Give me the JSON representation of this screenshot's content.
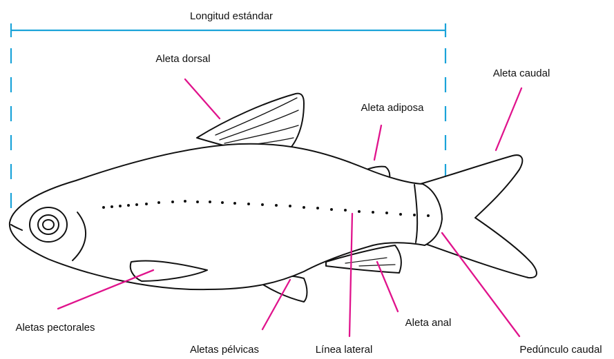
{
  "labels": {
    "standard_length": "Longitud estándar",
    "dorsal_fin": "Aleta dorsal",
    "caudal_fin": "Aleta caudal",
    "adipose_fin": "Aleta adiposa",
    "pectoral_fins": "Aletas pectorales",
    "anal_fin": "Aleta anal",
    "pelvic_fins": "Aletas pélvicas",
    "lateral_line": "Línea lateral",
    "caudal_peduncle": "Pedúnculo caudal"
  },
  "colors": {
    "measure_line": "#1aa3d9",
    "pointer_line": "#e0138c",
    "outline": "#111111",
    "background": "#ffffff"
  }
}
